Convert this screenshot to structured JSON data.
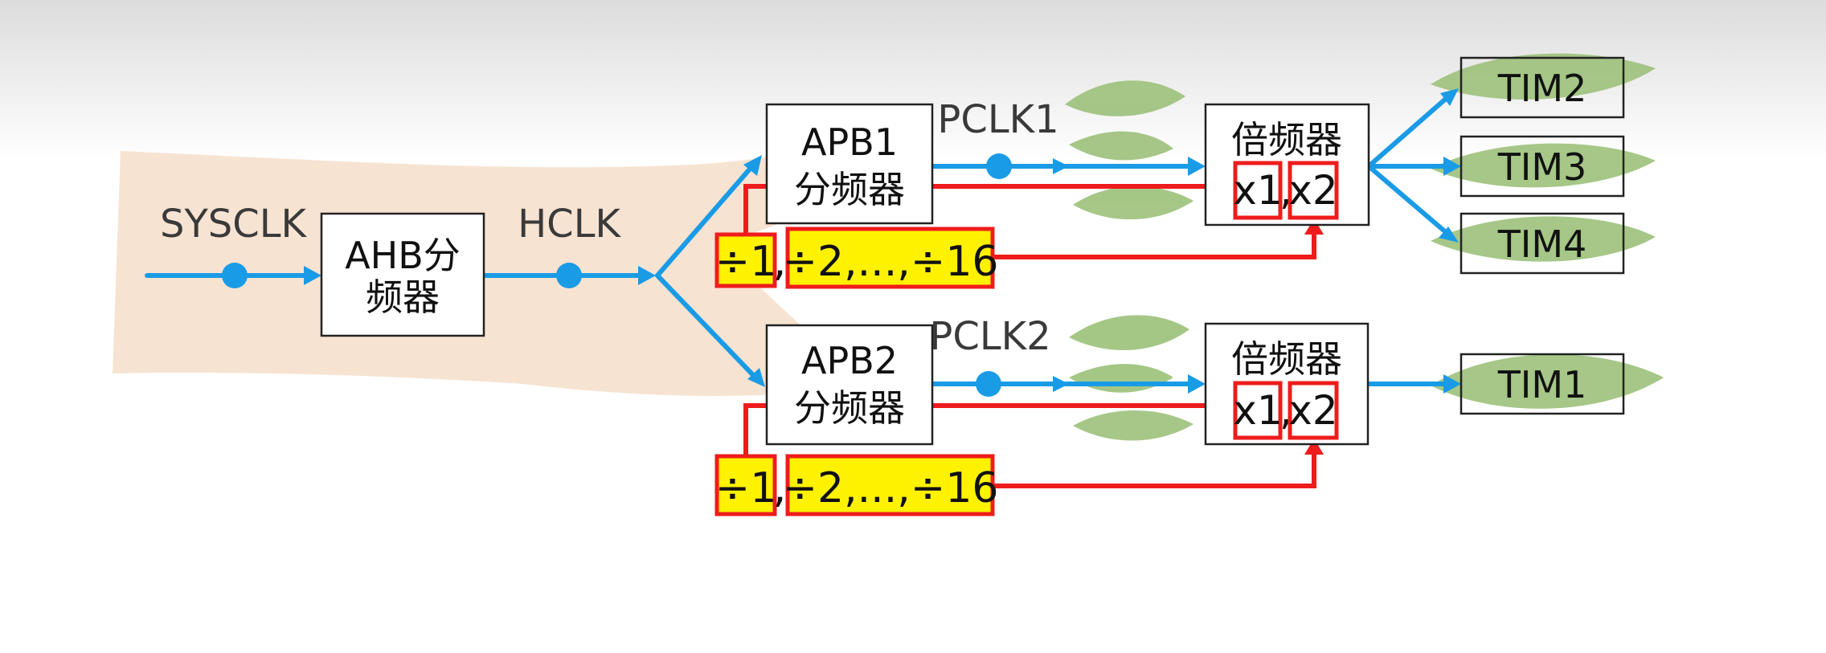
{
  "diagram": {
    "sysclk_label": "SYSCLK",
    "hclk_label": "HCLK",
    "ahb_box": {
      "line1": "AHB分",
      "line2": "频器"
    },
    "apb1": {
      "box_line1": "APB1",
      "box_line2": "分频器",
      "pclk_label": "PCLK1",
      "div_options": [
        "÷1",
        ",",
        "÷2,...,÷16"
      ],
      "multiplier_title": "倍频器",
      "multiplier_options": [
        "x1",
        ",",
        "x2"
      ],
      "timers": [
        "TIM2",
        "TIM3",
        "TIM4"
      ]
    },
    "apb2": {
      "box_line1": "APB2",
      "box_line2": "分频器",
      "pclk_label": "PCLK2",
      "div_options": [
        "÷1",
        ",",
        "÷2,...,÷16"
      ],
      "multiplier_title": "倍频器",
      "multiplier_options": [
        "x1",
        ",",
        "x2"
      ],
      "timers": [
        "TIM1"
      ]
    }
  },
  "colors": {
    "signal_line": "#1a9be6",
    "select_line": "#ee1c1c",
    "highlight_fill": "#fff200",
    "trunk_fill": "#f7e1d0",
    "leaf_fill": "#9cc17a"
  }
}
